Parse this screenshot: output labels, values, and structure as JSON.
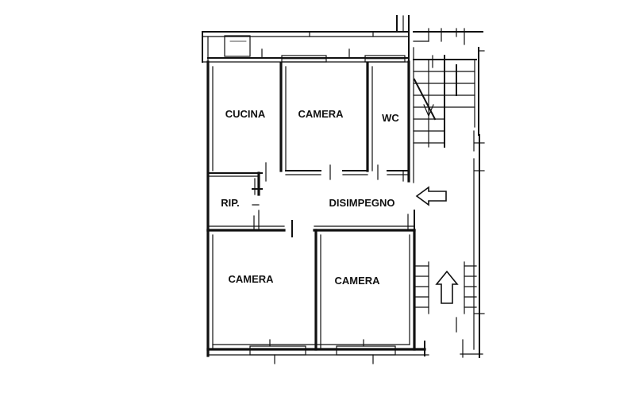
{
  "floor_plan": {
    "rooms": {
      "kitchen": "CUCINA",
      "bedroom_top": "CAMERA",
      "bathroom": "WC",
      "storage": "RIP.",
      "hallway": "DISIMPEGNO",
      "bedroom_bottom_left": "CAMERA",
      "bedroom_bottom_right": "CAMERA"
    },
    "entrance_arrow_direction": "left",
    "stair_arrow_direction": "up",
    "colors": {
      "line": "#111111",
      "background": "#ffffff"
    }
  }
}
